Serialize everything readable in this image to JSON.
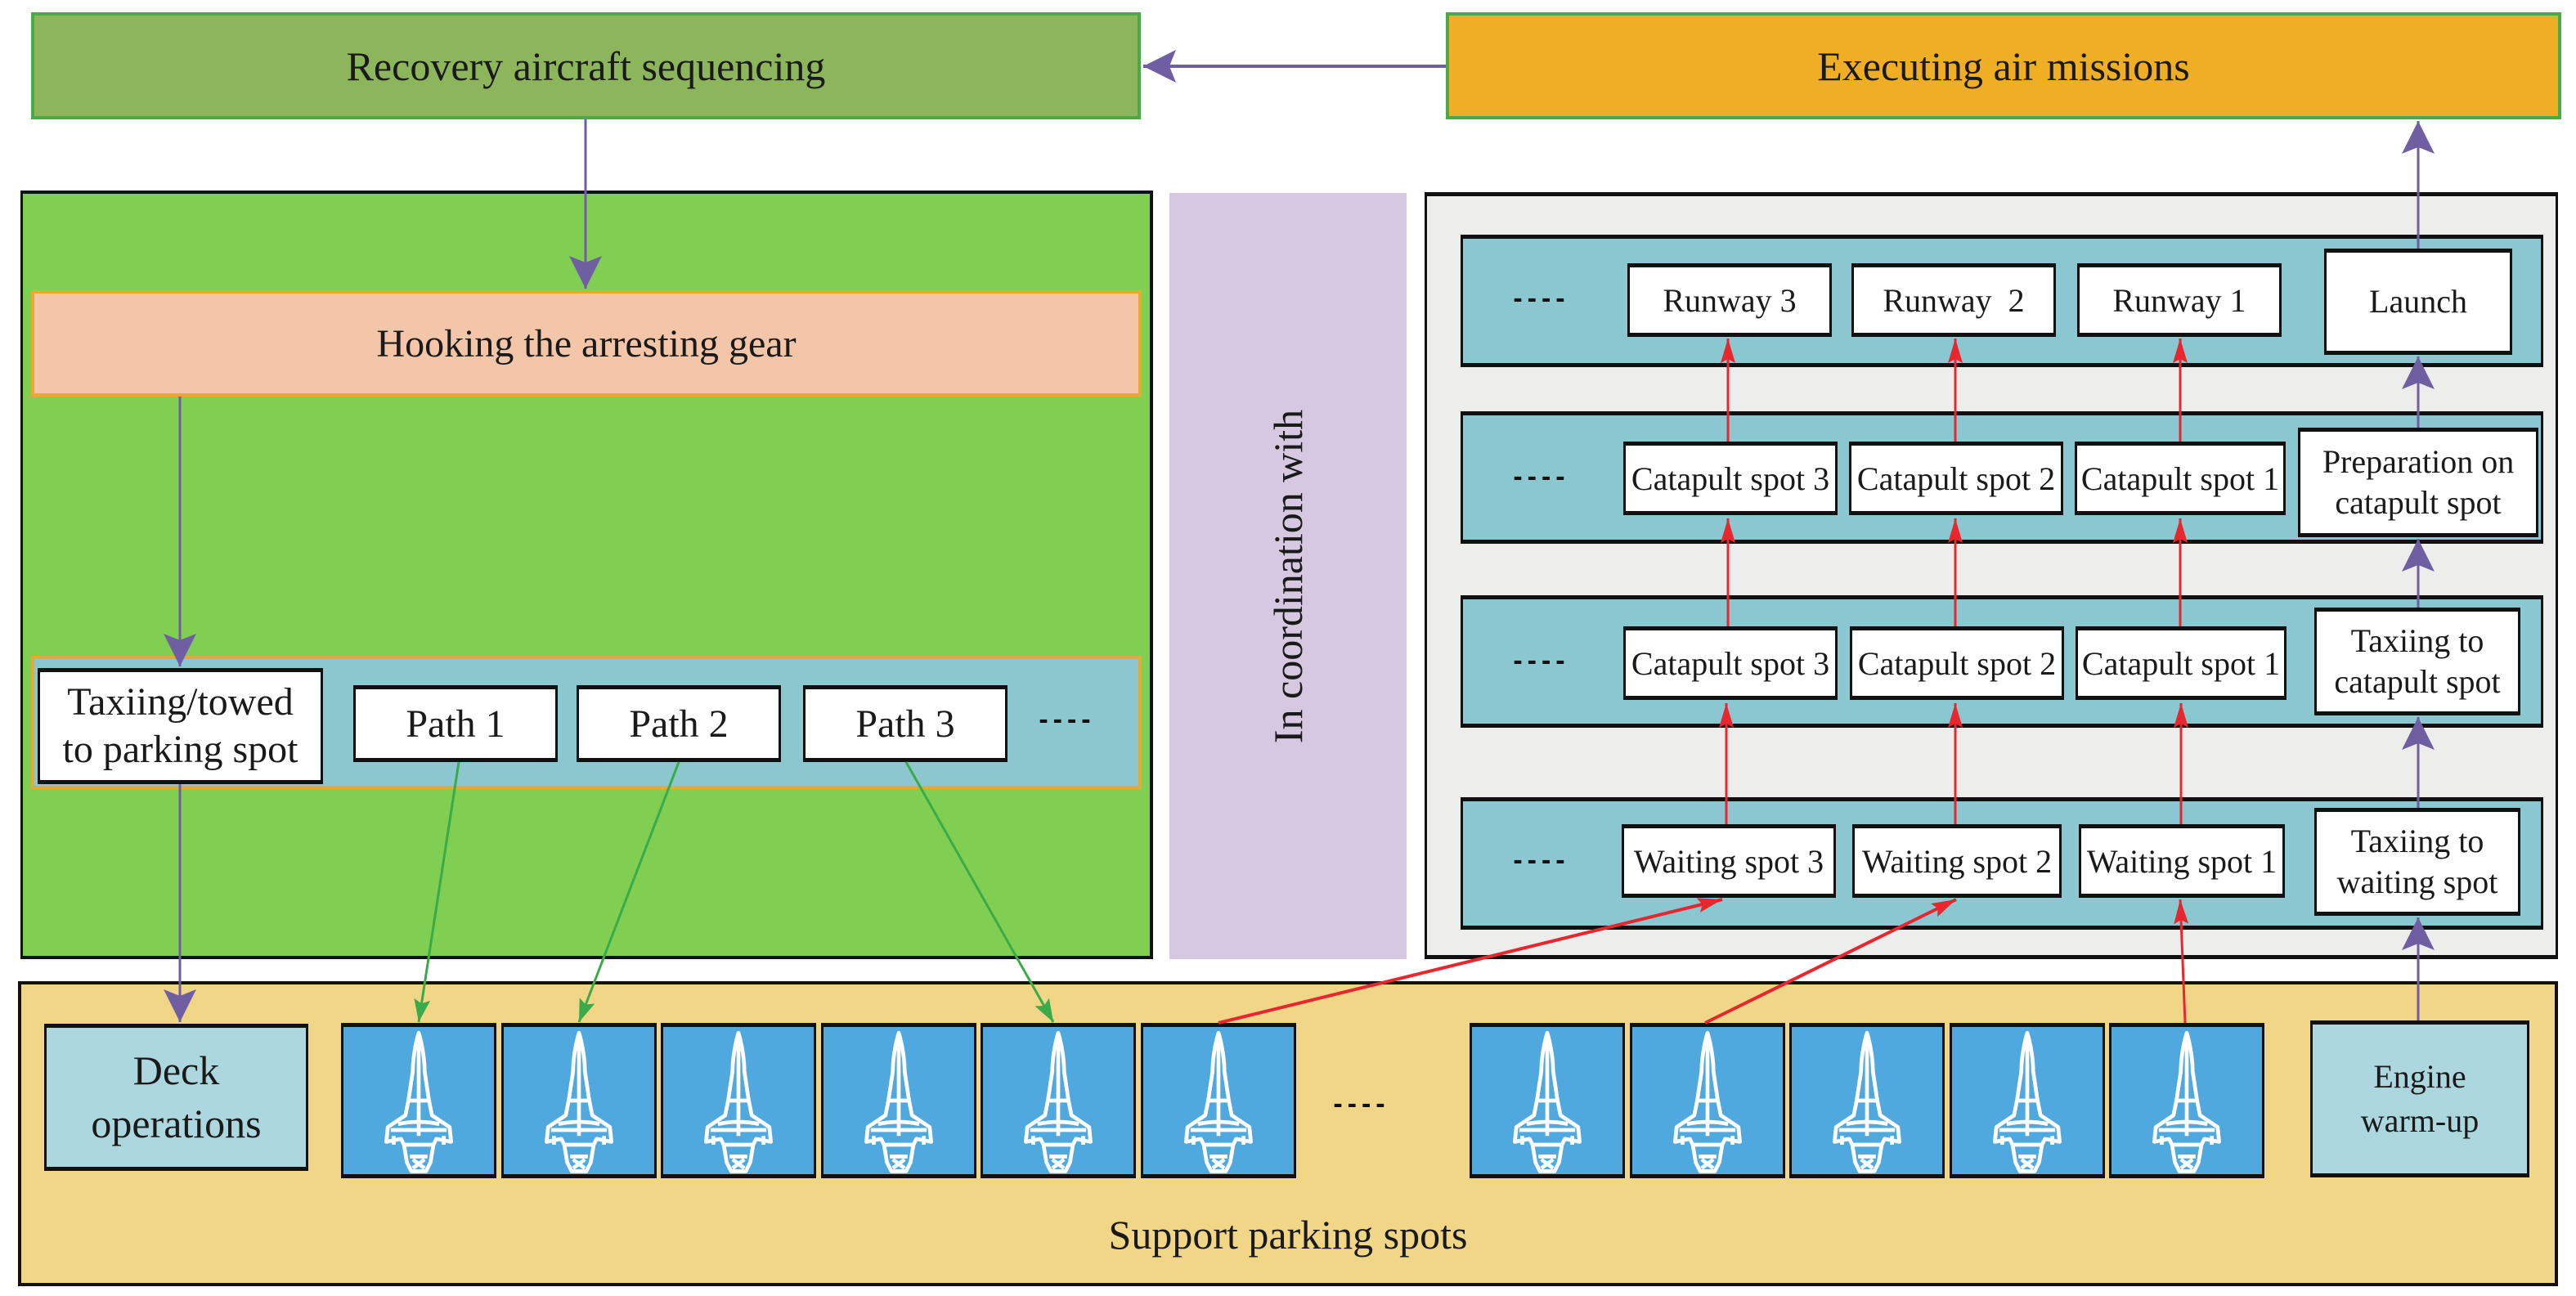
{
  "top": {
    "recovery": "Recovery aircraft sequencing",
    "executing": "Executing air missions"
  },
  "recovery_panel": {
    "hooking": "Hooking the arresting gear",
    "taxi_towed_line1": "Taxiing/towed",
    "taxi_towed_line2": "to parking spot",
    "paths": [
      "Path 1",
      "Path 2",
      "Path 3"
    ],
    "ellipsis": "----"
  },
  "coordination": "In coordination with",
  "launch_panel": {
    "rows": [
      {
        "ellipsis": "----",
        "spots": [
          "Runway 3",
          "Runway  2",
          "Runway 1"
        ],
        "stage_line1": "Launch",
        "stage_line2": ""
      },
      {
        "ellipsis": "----",
        "spots": [
          "Catapult spot 3",
          "Catapult spot 2",
          "Catapult spot 1"
        ],
        "stage_line1": "Preparation on",
        "stage_line2": "catapult spot"
      },
      {
        "ellipsis": "----",
        "spots": [
          "Catapult spot 3",
          "Catapult spot 2",
          "Catapult spot 1"
        ],
        "stage_line1": "Taxiing to",
        "stage_line2": "catapult spot"
      },
      {
        "ellipsis": "----",
        "spots": [
          "Waiting spot 3",
          "Waiting spot 2",
          "Waiting spot 1"
        ],
        "stage_line1": "Taxiing to",
        "stage_line2": "waiting spot"
      }
    ]
  },
  "support": {
    "label": "Support parking spots",
    "deck_ops_line1": "Deck",
    "deck_ops_line2": "operations",
    "engine_line1": "Engine",
    "engine_line2": "warm-up",
    "ellipsis": "----",
    "aircraft_icon": "fighter-jet-top-view-icon",
    "aircraft_count_left": 6,
    "aircraft_count_right": 5
  },
  "colors": {
    "flow_arrow": "#6f5ea1",
    "recovery_arrow": "#3aab48",
    "launch_arrow": "#e8262d",
    "aircraft_spot": "#4fa9df"
  }
}
